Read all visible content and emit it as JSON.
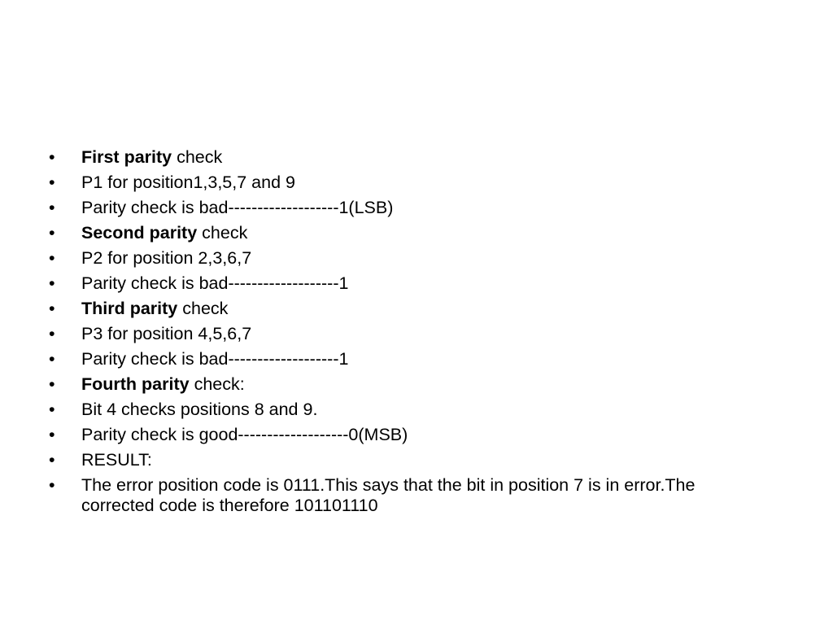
{
  "bullet_char": "•",
  "items": [
    {
      "bold": "First parity",
      "text": " check"
    },
    {
      "bold": "",
      "text": "P1 for position1,3,5,7 and 9"
    },
    {
      "bold": "",
      "text": "Parity check is bad-------------------1(LSB)"
    },
    {
      "bold": "Second parity",
      "text": " check"
    },
    {
      "bold": "",
      "text": "P2 for position 2,3,6,7"
    },
    {
      "bold": "",
      "text": "Parity check is bad-------------------1"
    },
    {
      "bold": "Third parity",
      "text": " check"
    },
    {
      "bold": "",
      "text": "P3 for position 4,5,6,7"
    },
    {
      "bold": "",
      "text": "Parity check is bad-------------------1"
    },
    {
      "bold": "Fourth parity",
      "text": " check:"
    },
    {
      "bold": "",
      "text": "Bit 4 checks positions 8 and 9."
    },
    {
      "bold": "",
      "text": "Parity check is good-------------------0(MSB)"
    },
    {
      "bold": "",
      "text": "RESULT:"
    },
    {
      "bold": "",
      "text": "The error position code is 0111.This says that the bit in position 7 is in error.The corrected code is therefore 101101110"
    }
  ]
}
